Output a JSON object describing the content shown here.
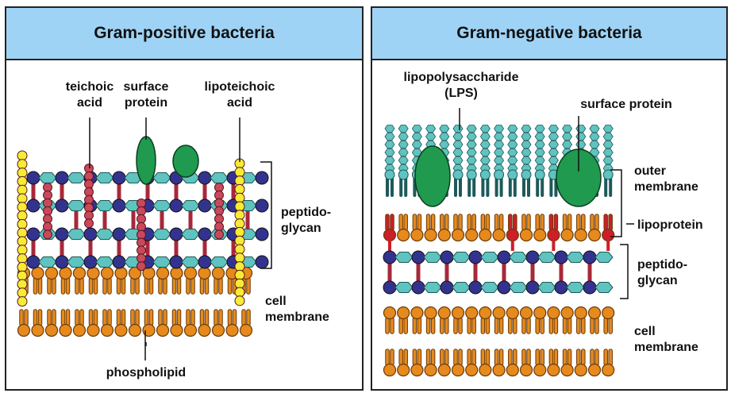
{
  "gram_positive": {
    "title": "Gram-positive bacteria",
    "labels": {
      "teichoic_line1": "teichoic",
      "teichoic_line2": "acid",
      "surface_line1": "surface",
      "surface_line2": "protein",
      "lipoteichoic_line1": "lipoteichoic",
      "lipoteichoic_line2": "acid",
      "peptido_line1": "peptido-",
      "peptido_line2": "glycan",
      "membrane_line1": "cell",
      "membrane_line2": "membrane",
      "phospholipid": "phospholipid"
    }
  },
  "gram_negative": {
    "title": "Gram-negative bacteria",
    "labels": {
      "lps_line1": "lipopolysaccharide",
      "lps_line2": "(LPS)",
      "surface": "surface protein",
      "outer_line1": "outer",
      "outer_line2": "membrane",
      "lipoprotein": "lipoprotein",
      "peptido_line1": "peptido-",
      "peptido_line2": "glycan",
      "membrane_line1": "cell",
      "membrane_line2": "membrane"
    }
  },
  "colors": {
    "header_bg": "#9fd3f5",
    "phospholipid": "#e68a1e",
    "nag_hexagon": "#5fc3c0",
    "nam_circle": "#33338f",
    "peptide": "#a7283a",
    "teichoic": "#c9485a",
    "lipoteichoic": "#f6ec35",
    "protein": "#1f9a4f",
    "lipoprotein": "#cc1f2a"
  }
}
